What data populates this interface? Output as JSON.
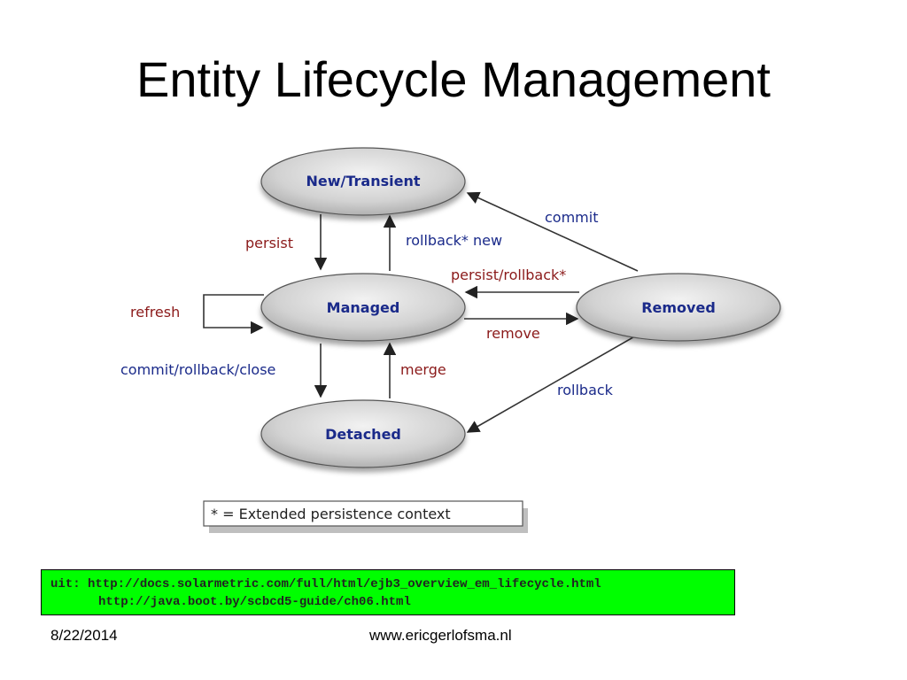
{
  "slide": {
    "title": "Entity Lifecycle Management",
    "footer_date": "8/22/2014",
    "footer_site": "www.ericgerlofsma.nl"
  },
  "diagram": {
    "states": {
      "new_transient": "New/Transient",
      "managed": "Managed",
      "removed": "Removed",
      "detached": "Detached"
    },
    "transitions": {
      "persist": "persist",
      "rollback_new": "rollback* new",
      "commit": "commit",
      "persist_rollback": "persist/rollback*",
      "refresh": "refresh",
      "remove": "remove",
      "commit_rollback_close": "commit/rollback/close",
      "merge": "merge",
      "rollback": "rollback"
    },
    "legend": "* = Extended persistence context"
  },
  "source": {
    "line1": "uit: http://docs.solarmetric.com/full/html/ejb3_overview_em_lifecycle.html",
    "line2": "http://java.boot.by/scbcd5-guide/ch06.html"
  },
  "colors": {
    "label_red": "#8b1a1a",
    "label_blue": "#1a2a8a",
    "state_fill": "#d4d4d4",
    "source_bg": "#00ff00"
  }
}
